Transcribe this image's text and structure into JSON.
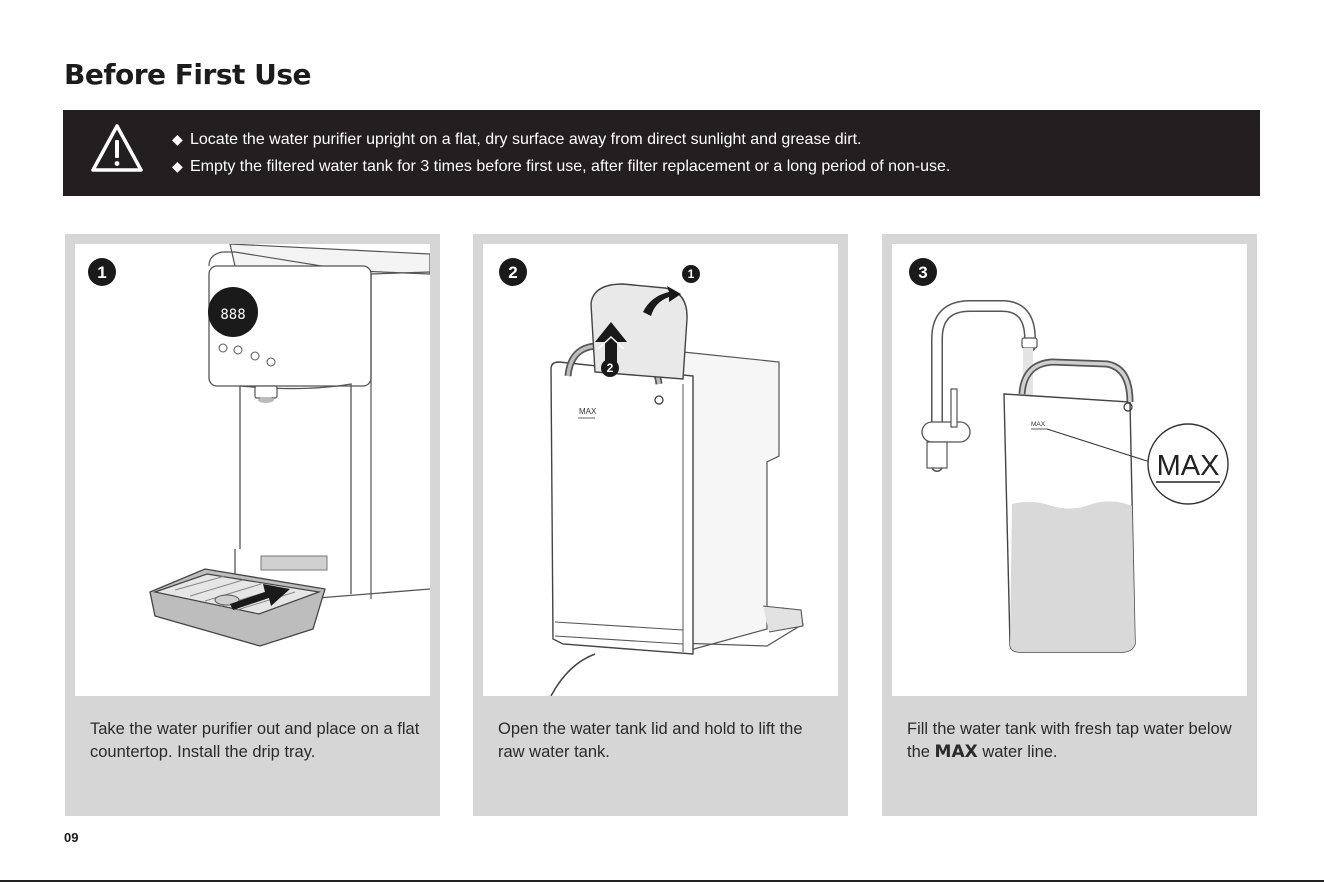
{
  "title": "Before First Use",
  "warning": {
    "icon": "warning-triangle-icon",
    "bullet": "◆",
    "lines": [
      "Locate the water purifier upright on a flat, dry surface away from direct sunlight and grease dirt.",
      "Empty the filtered water tank for 3 times before first use, after filter replacement or a long period of non-use."
    ]
  },
  "steps": [
    {
      "number": "1",
      "display_digits": "888",
      "caption": "Take the water purifier out and place on a flat countertop. Install the drip tray."
    },
    {
      "number": "2",
      "sub_labels": [
        "1",
        "2"
      ],
      "tank_label": "MAX",
      "caption": "Open the water tank lid and hold to lift the raw water tank."
    },
    {
      "number": "3",
      "tank_label": "MAX",
      "callout_label": "MAX",
      "caption_before": "Fill the water tank with fresh tap water below the",
      "caption_emphasis": "MAX",
      "caption_after": "water line."
    }
  ],
  "page_number": "09",
  "colors": {
    "banner": "#231f20",
    "card": "#d6d6d6",
    "water": "#d9d9d9"
  }
}
